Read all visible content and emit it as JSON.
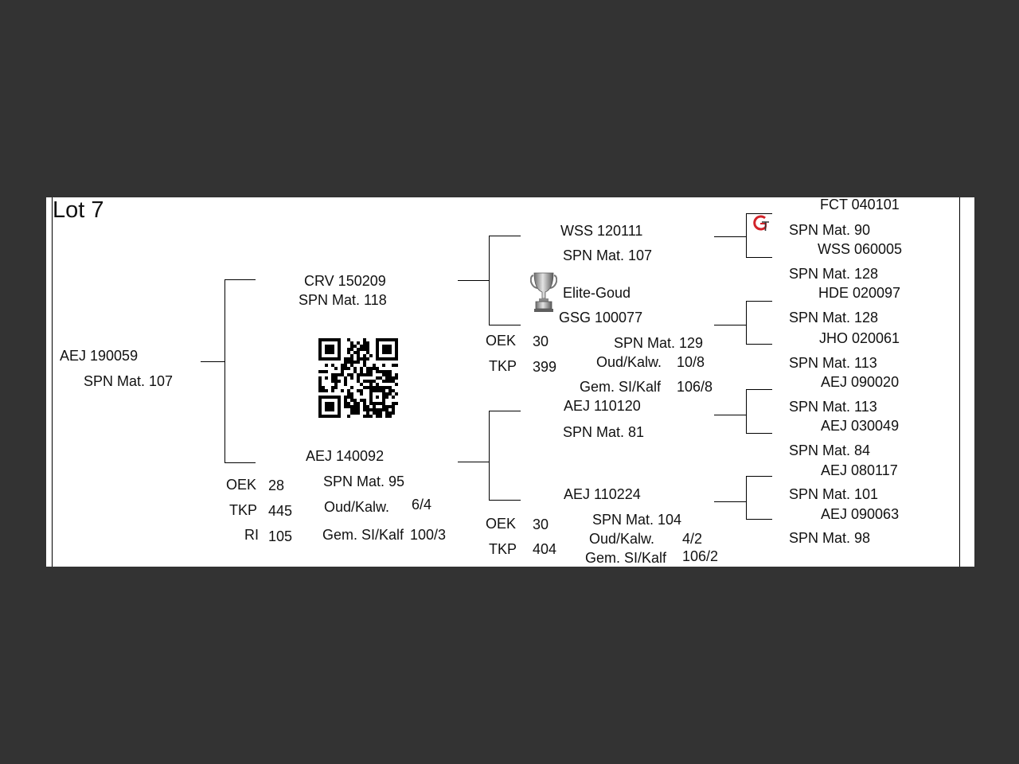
{
  "lot_title": "Lot 7",
  "animal": {
    "id": "AEJ 190059",
    "spn": "SPN Mat. 107"
  },
  "sire": {
    "id": "CRV 150209",
    "spn": "SPN Mat. 118"
  },
  "dam": {
    "id": "AEJ 140092",
    "spn": "SPN Mat. 95",
    "oek_label": "OEK",
    "oek_value": "28",
    "tkp_label": "TKP",
    "tkp_value": "445",
    "ri_label": "RI",
    "ri_value": "105",
    "oud_label": "Oud/Kalw.",
    "oud_value": "6/4",
    "gem_label": "Gem. SI/Kalf",
    "gem_value": "100/3"
  },
  "ss": {
    "id": "WSS 120111",
    "spn": "SPN Mat. 107"
  },
  "sd": {
    "badge": "Elite-Goud",
    "id": "GSG 100077",
    "spn": "SPN Mat. 129",
    "oek_label": "OEK",
    "oek_value": "30",
    "tkp_label": "TKP",
    "tkp_value": "399",
    "oud_label": "Oud/Kalw.",
    "oud_value": "10/8",
    "gem_label": "Gem. SI/Kalf",
    "gem_value": "106/8"
  },
  "ds": {
    "id": "AEJ 110120",
    "spn": "SPN Mat. 81"
  },
  "dd": {
    "id": "AEJ 110224",
    "spn": "SPN Mat. 104",
    "oek_label": "OEK",
    "oek_value": "30",
    "tkp_label": "TKP",
    "tkp_value": "404",
    "oud_label": "Oud/Kalw.",
    "oud_value": "4/2",
    "gem_label": "Gem. SI/Kalf",
    "gem_value": "106/2"
  },
  "ggp": [
    {
      "id": "FCT 040101",
      "spn": "SPN Mat. 90"
    },
    {
      "id": "WSS 060005",
      "spn": "SPN Mat. 128"
    },
    {
      "id": "HDE 020097",
      "spn": "SPN Mat. 128"
    },
    {
      "id": "JHO 020061",
      "spn": "SPN Mat. 113"
    },
    {
      "id": "AEJ 090020",
      "spn": "SPN Mat. 113"
    },
    {
      "id": "AEJ 030049",
      "spn": "SPN Mat. 84"
    },
    {
      "id": "AEJ 080117",
      "spn": "SPN Mat. 101"
    },
    {
      "id": "AEJ 090063",
      "spn": "SPN Mat. 98"
    }
  ],
  "icons": {
    "qr": "qr-code-icon",
    "trophy": "trophy-icon",
    "logo": "gt-logo-icon"
  },
  "colors": {
    "background": "#333333",
    "sheet": "#ffffff",
    "lines": "#000000",
    "logo_red": "#d2232a"
  }
}
